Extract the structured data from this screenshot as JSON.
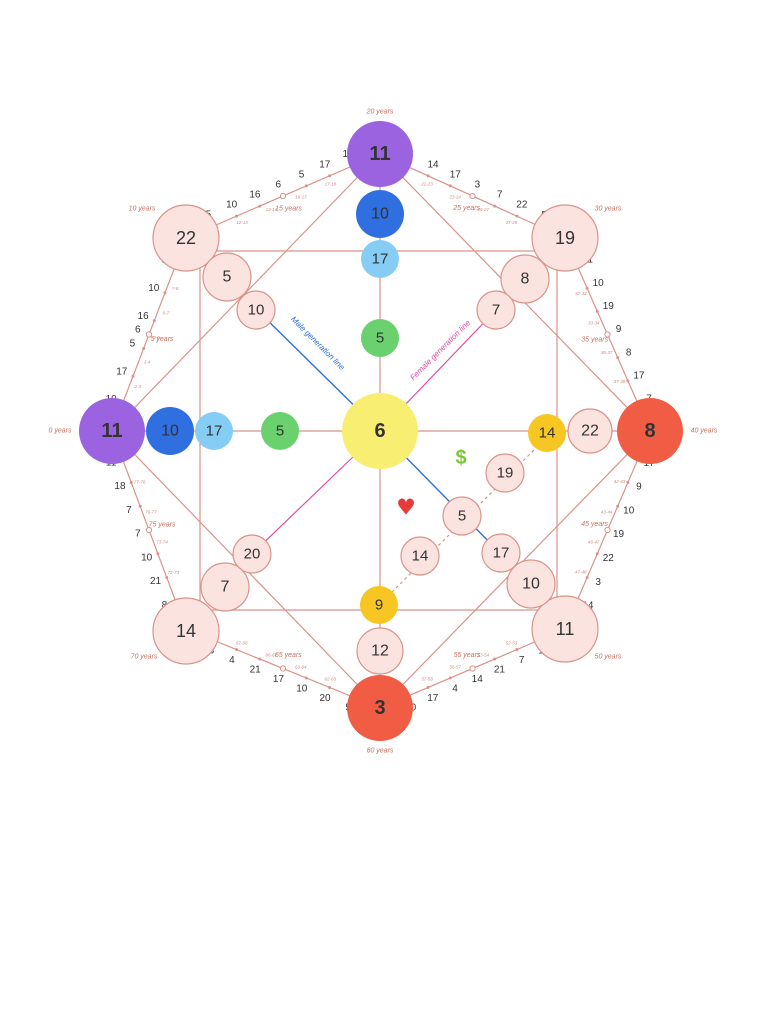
{
  "colors": {
    "line": "#d9938a",
    "node_fill": "#fbe3df",
    "node_stroke": "#d9938a",
    "purple": "#9b63e0",
    "blue": "#2f6fe0",
    "light_blue": "#86cdf6",
    "green": "#6ad16e",
    "yellow": "#f8ef72",
    "gold": "#f7c623",
    "red": "#f05d44",
    "male_line": "#2f6fe0",
    "female_line": "#e04da0"
  },
  "center": {
    "value": "6"
  },
  "corners": {
    "top": "11",
    "left": "11",
    "right": "8",
    "bottom": "3",
    "top_left": "22",
    "top_right": "19",
    "bottom_left": "14",
    "bottom_right": "11"
  },
  "top_axis": [
    "10",
    "17",
    "5"
  ],
  "left_axis": [
    "10",
    "17",
    "5"
  ],
  "right_axis": {
    "gold": "14",
    "pink": "22"
  },
  "bottom_axis": {
    "gold": "9",
    "pink": "12"
  },
  "diag_inner": {
    "tl_outer": "5",
    "tl_inner": "10",
    "tr_outer": "8",
    "tr_inner": "7",
    "bl_inner": "20",
    "bl_outer": "7",
    "br_inner": "17",
    "br_outer": "10"
  },
  "money_love": {
    "center": "5",
    "upper": "19",
    "lower": "14",
    "dollar": "$",
    "heart": "♥"
  },
  "line_labels": {
    "male": "Male generation line",
    "female": "Female generation line"
  },
  "age_labels": {
    "top": "20 years",
    "left": "0 years",
    "right": "40 years",
    "bottom": "60 years",
    "top_left": "10 years",
    "top_right": "30 years",
    "bottom_left": "70 years",
    "bottom_right": "50 years"
  },
  "edges": [
    {
      "ticks": [
        "10",
        "17",
        "5",
        "16",
        "10",
        "5"
      ],
      "mid_label": "5 years",
      "mid_number": "6",
      "small": [
        "1-2",
        "2-3",
        "3-4",
        "4-5",
        "6-7",
        "7-8",
        "8-9"
      ]
    },
    {
      "ticks": [
        "5",
        "10",
        "16",
        "6",
        "5",
        "17",
        "10"
      ],
      "mid_label": "15 years",
      "mid_number": "",
      "small": [
        "11-12",
        "12-13",
        "13-14",
        "16-17",
        "17-18",
        "18-19"
      ]
    },
    {
      "ticks": [
        "7",
        "14",
        "17",
        "3",
        "7",
        "22",
        "5"
      ],
      "mid_label": "25 years",
      "mid_number": "",
      "small": [
        "21-22",
        "22-23",
        "23-24",
        "26-27",
        "27-28",
        "28-29"
      ]
    },
    {
      "ticks": [
        "11",
        "10",
        "19",
        "9",
        "8",
        "17",
        "7"
      ],
      "mid_label": "35 years",
      "mid_number": "",
      "small": [
        "31-32",
        "32-33",
        "33-34",
        "36-37",
        "37-38",
        "38-39"
      ]
    },
    {
      "ticks": [
        "17",
        "9",
        "10",
        "19",
        "22",
        "3",
        "14"
      ],
      "mid_label": "45 years",
      "mid_number": "",
      "small": [
        "41-42",
        "42-43",
        "43-44",
        "46-47",
        "47-48",
        "48-49"
      ]
    },
    {
      "ticks": [
        "18",
        "7",
        "21",
        "14",
        "4",
        "17",
        "20"
      ],
      "mid_label": "55 years",
      "mid_number": "",
      "small": [
        "51-52",
        "52-53",
        "53-54",
        "56-57",
        "57-58",
        "58-59"
      ]
    },
    {
      "ticks": [
        "5",
        "20",
        "10",
        "17",
        "21",
        "4",
        "18"
      ],
      "mid_label": "65 years",
      "mid_number": "",
      "small": [
        "61-62",
        "62-63",
        "63-64",
        "66-67",
        "67-68",
        "68-69"
      ]
    },
    {
      "ticks": [
        "8",
        "21",
        "10",
        "7",
        "7",
        "18",
        "11"
      ],
      "mid_label": "75 years",
      "mid_number": "",
      "small": [
        "71-72",
        "72-73",
        "73-74",
        "76-77",
        "77-78",
        "78-79"
      ]
    }
  ]
}
